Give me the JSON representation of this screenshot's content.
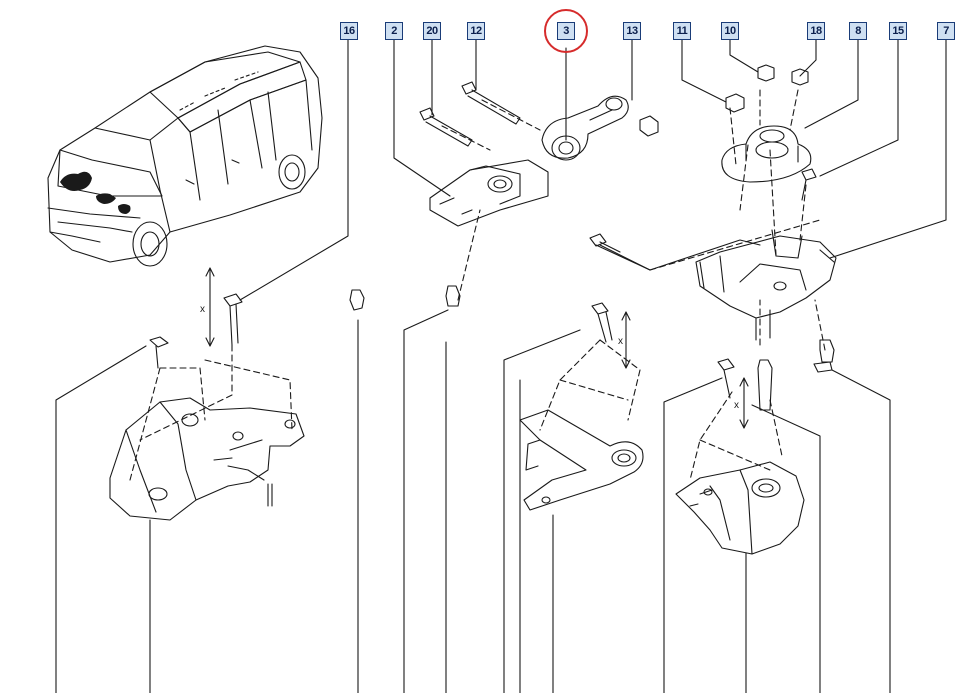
{
  "callouts": {
    "c16": "16",
    "c2": "2",
    "c20": "20",
    "c12": "12",
    "c3": "3",
    "c13": "13",
    "c11": "11",
    "c10": "10",
    "c18": "18",
    "c8": "8",
    "c15": "15",
    "c7": "7"
  },
  "dimension_marks": {
    "left": "x",
    "middle": "x",
    "right": "x"
  },
  "highlighted_part": "3",
  "colors": {
    "callout_fill": "#cfe0f2",
    "callout_border": "#1a3c78",
    "highlight_ring": "#d62b2b",
    "line_art": "#1a1a1a"
  }
}
